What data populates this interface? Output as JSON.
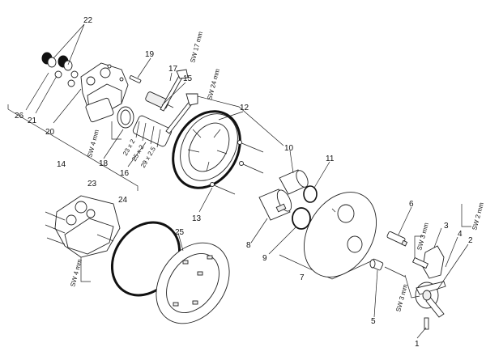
{
  "callouts": {
    "c1": "1",
    "c2": "2",
    "c3": "3",
    "c4": "4",
    "c5": "5",
    "c6": "6",
    "c7": "7",
    "c8": "8",
    "c9": "9",
    "c10": "10",
    "c11": "11",
    "c12": "12",
    "c13": "13",
    "c14": "14",
    "c15": "15",
    "c16": "16",
    "c17": "17",
    "c18": "18",
    "c19": "19",
    "c20": "20",
    "c21": "21",
    "c22": "22",
    "c23": "23",
    "c24": "24",
    "c25": "25",
    "c26": "26"
  },
  "tool_labels": {
    "sw17": "SW 17 mm",
    "sw24": "SW 24 mm",
    "sw4_upper": "SW 4 mm",
    "sw4_lower": "SW 4 mm",
    "sw3_upper": "SW 3 mm",
    "sw3_lower": "SW 3 mm",
    "sw2": "SW 2 mm"
  },
  "dimensions": {
    "d1": "23 x 2",
    "d2": "25 x 2",
    "d3": "29 x 2.5"
  }
}
